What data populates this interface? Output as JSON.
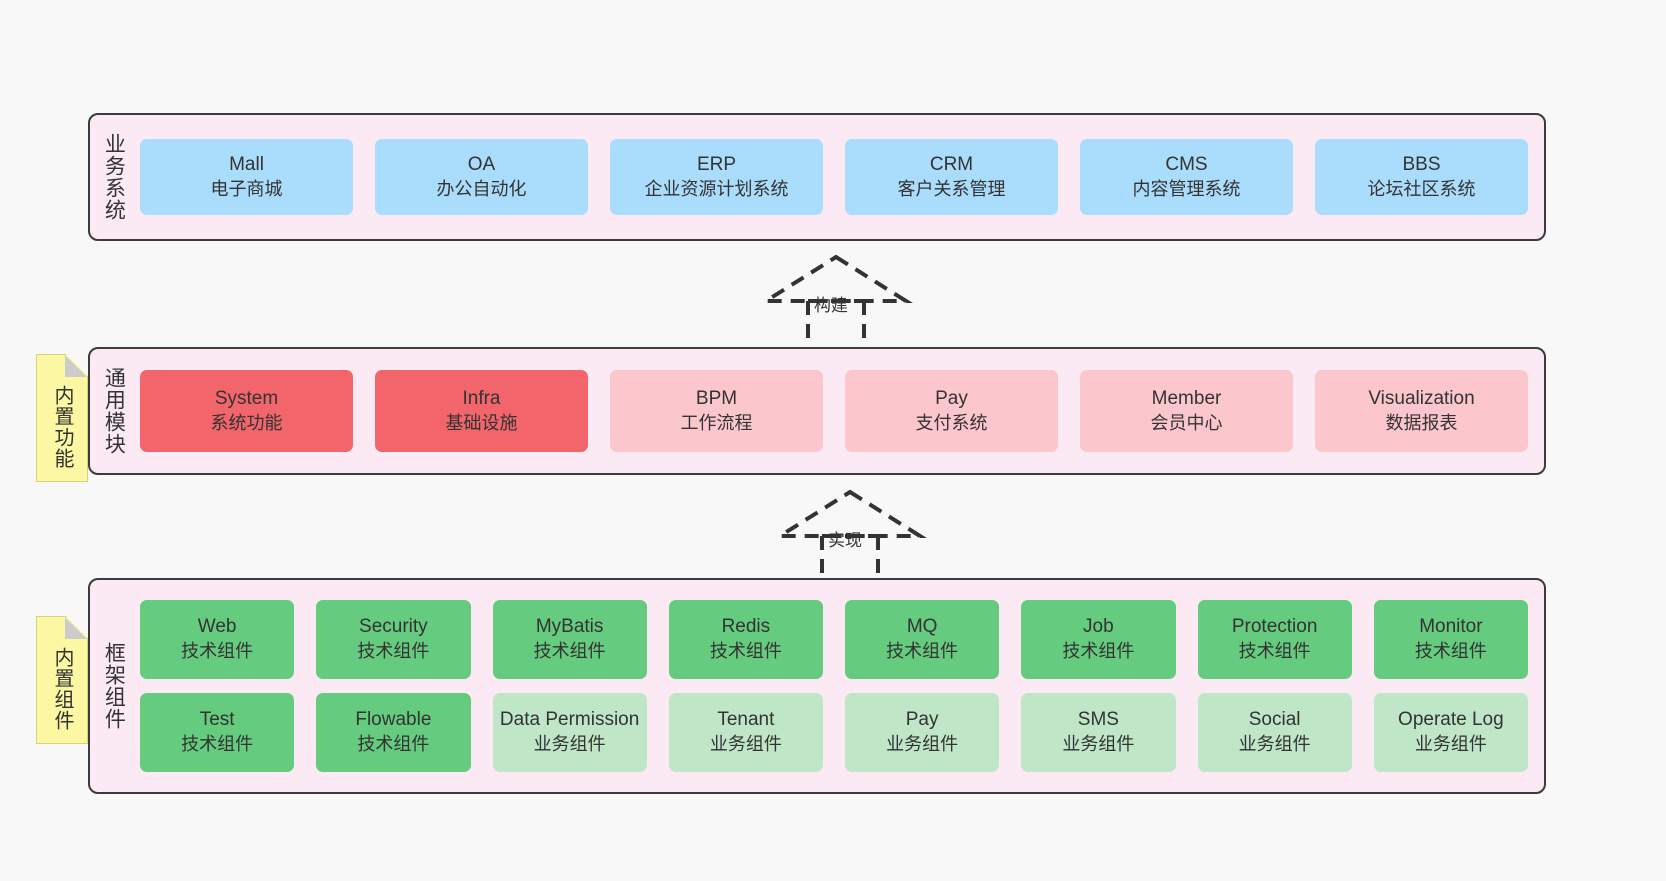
{
  "diagram": {
    "title_layers": {
      "business": "业务系统",
      "modules": "通用模块",
      "framework": "框架组件"
    },
    "notes": [
      {
        "name": "builtin-function",
        "text": "内置功能"
      },
      {
        "name": "builtin-component",
        "text": "内置组件"
      }
    ],
    "arrows": [
      {
        "name": "build",
        "label": "构建"
      },
      {
        "name": "implement",
        "label": "实现"
      }
    ],
    "colors": {
      "canvas_bg": "#f8f8f8",
      "layer_bg": "#fbeaf4",
      "layer_border": "#3b3b3b",
      "business_box": "#aadcfb",
      "module_core_box": "#f2656a",
      "module_box": "#fcc6cd",
      "tech_component_box": "#65cb7e",
      "biz_component_box": "#bfe6c6",
      "note_bg": "#fbf7a2",
      "text": "#333333"
    },
    "business_systems": [
      {
        "name": "Mall",
        "desc": "电子商城"
      },
      {
        "name": "OA",
        "desc": "办公自动化"
      },
      {
        "name": "ERP",
        "desc": "企业资源计划系统"
      },
      {
        "name": "CRM",
        "desc": "客户关系管理"
      },
      {
        "name": "CMS",
        "desc": "内容管理系统"
      },
      {
        "name": "BBS",
        "desc": "论坛社区系统"
      }
    ],
    "common_modules": [
      {
        "name": "System",
        "desc": "系统功能",
        "style": "c-red"
      },
      {
        "name": "Infra",
        "desc": "基础设施",
        "style": "c-red"
      },
      {
        "name": "BPM",
        "desc": "工作流程",
        "style": "c-pink"
      },
      {
        "name": "Pay",
        "desc": "支付系统",
        "style": "c-pink"
      },
      {
        "name": "Member",
        "desc": "会员中心",
        "style": "c-pink"
      },
      {
        "name": "Visualization",
        "desc": "数据报表",
        "style": "c-pink"
      }
    ],
    "framework_components_row1": [
      {
        "name": "Web",
        "desc": "技术组件"
      },
      {
        "name": "Security",
        "desc": "技术组件"
      },
      {
        "name": "MyBatis",
        "desc": "技术组件"
      },
      {
        "name": "Redis",
        "desc": "技术组件"
      },
      {
        "name": "MQ",
        "desc": "技术组件"
      },
      {
        "name": "Job",
        "desc": "技术组件"
      },
      {
        "name": "Protection",
        "desc": "技术组件"
      },
      {
        "name": "Monitor",
        "desc": "技术组件"
      }
    ],
    "framework_components_row2": [
      {
        "name": "Test",
        "desc": "技术组件",
        "style": "c-green"
      },
      {
        "name": "Flowable",
        "desc": "技术组件",
        "style": "c-green"
      },
      {
        "name": "Data Permission",
        "desc": "业务组件",
        "style": "c-lightgreen"
      },
      {
        "name": "Tenant",
        "desc": "业务组件",
        "style": "c-lightgreen"
      },
      {
        "name": "Pay",
        "desc": "业务组件",
        "style": "c-lightgreen"
      },
      {
        "name": "SMS",
        "desc": "业务组件",
        "style": "c-lightgreen"
      },
      {
        "name": "Social",
        "desc": "业务组件",
        "style": "c-lightgreen"
      },
      {
        "name": "Operate Log",
        "desc": "业务组件",
        "style": "c-lightgreen"
      }
    ]
  }
}
